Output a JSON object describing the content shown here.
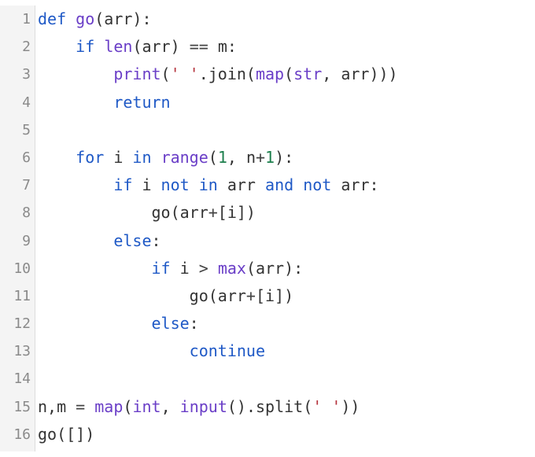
{
  "colors": {
    "keyword": "#1f59c6",
    "builtin": "#6a3ec7",
    "number": "#1d7f4d",
    "string": "#b5343d",
    "operator": "#444444",
    "plain": "#333333",
    "gutter_bg": "#f4f4f4",
    "line_number": "#8a8a8a"
  },
  "editor": {
    "language": "python",
    "line_numbers": [
      "1",
      "2",
      "3",
      "4",
      "5",
      "6",
      "7",
      "8",
      "9",
      "10",
      "11",
      "12",
      "13",
      "14",
      "15",
      "16"
    ],
    "lines": [
      {
        "indent": "",
        "tokens": [
          {
            "t": "def",
            "k": "kw"
          },
          {
            "t": " ",
            "k": "plain"
          },
          {
            "t": "go",
            "k": "fn"
          },
          {
            "t": "(arr):",
            "k": "plain"
          }
        ]
      },
      {
        "indent": "    ",
        "tokens": [
          {
            "t": "if",
            "k": "kw"
          },
          {
            "t": " ",
            "k": "plain"
          },
          {
            "t": "len",
            "k": "fn"
          },
          {
            "t": "(arr) ",
            "k": "plain"
          },
          {
            "t": "==",
            "k": "op"
          },
          {
            "t": " m:",
            "k": "plain"
          }
        ]
      },
      {
        "indent": "        ",
        "tokens": [
          {
            "t": "print",
            "k": "fn"
          },
          {
            "t": "(",
            "k": "plain"
          },
          {
            "t": "' '",
            "k": "str"
          },
          {
            "t": ".join(",
            "k": "plain"
          },
          {
            "t": "map",
            "k": "fn"
          },
          {
            "t": "(",
            "k": "plain"
          },
          {
            "t": "str",
            "k": "fn"
          },
          {
            "t": ", arr)))",
            "k": "plain"
          }
        ]
      },
      {
        "indent": "        ",
        "tokens": [
          {
            "t": "return",
            "k": "kw"
          }
        ]
      },
      {
        "indent": "",
        "tokens": []
      },
      {
        "indent": "    ",
        "tokens": [
          {
            "t": "for",
            "k": "kw"
          },
          {
            "t": " i ",
            "k": "plain"
          },
          {
            "t": "in",
            "k": "kw"
          },
          {
            "t": " ",
            "k": "plain"
          },
          {
            "t": "range",
            "k": "fn"
          },
          {
            "t": "(",
            "k": "plain"
          },
          {
            "t": "1",
            "k": "num"
          },
          {
            "t": ", n",
            "k": "plain"
          },
          {
            "t": "+",
            "k": "op"
          },
          {
            "t": "1",
            "k": "num"
          },
          {
            "t": "):",
            "k": "plain"
          }
        ]
      },
      {
        "indent": "        ",
        "tokens": [
          {
            "t": "if",
            "k": "kw"
          },
          {
            "t": " i ",
            "k": "plain"
          },
          {
            "t": "not",
            "k": "kw"
          },
          {
            "t": " ",
            "k": "plain"
          },
          {
            "t": "in",
            "k": "kw"
          },
          {
            "t": " arr ",
            "k": "plain"
          },
          {
            "t": "and",
            "k": "kw"
          },
          {
            "t": " ",
            "k": "plain"
          },
          {
            "t": "not",
            "k": "kw"
          },
          {
            "t": " arr:",
            "k": "plain"
          }
        ]
      },
      {
        "indent": "            ",
        "tokens": [
          {
            "t": "go(arr",
            "k": "plain"
          },
          {
            "t": "+",
            "k": "op"
          },
          {
            "t": "[i])",
            "k": "plain"
          }
        ]
      },
      {
        "indent": "        ",
        "tokens": [
          {
            "t": "else",
            "k": "kw"
          },
          {
            "t": ":",
            "k": "plain"
          }
        ]
      },
      {
        "indent": "            ",
        "tokens": [
          {
            "t": "if",
            "k": "kw"
          },
          {
            "t": " i ",
            "k": "plain"
          },
          {
            "t": ">",
            "k": "op"
          },
          {
            "t": " ",
            "k": "plain"
          },
          {
            "t": "max",
            "k": "fn"
          },
          {
            "t": "(arr):",
            "k": "plain"
          }
        ]
      },
      {
        "indent": "                ",
        "tokens": [
          {
            "t": "go(arr",
            "k": "plain"
          },
          {
            "t": "+",
            "k": "op"
          },
          {
            "t": "[i])",
            "k": "plain"
          }
        ]
      },
      {
        "indent": "            ",
        "tokens": [
          {
            "t": "else",
            "k": "kw"
          },
          {
            "t": ":",
            "k": "plain"
          }
        ]
      },
      {
        "indent": "                ",
        "tokens": [
          {
            "t": "continue",
            "k": "kw"
          }
        ]
      },
      {
        "indent": "",
        "tokens": []
      },
      {
        "indent": "",
        "tokens": [
          {
            "t": "n,m ",
            "k": "plain"
          },
          {
            "t": "=",
            "k": "op"
          },
          {
            "t": " ",
            "k": "plain"
          },
          {
            "t": "map",
            "k": "fn"
          },
          {
            "t": "(",
            "k": "plain"
          },
          {
            "t": "int",
            "k": "fn"
          },
          {
            "t": ", ",
            "k": "plain"
          },
          {
            "t": "input",
            "k": "fn"
          },
          {
            "t": "().split(",
            "k": "plain"
          },
          {
            "t": "' '",
            "k": "str"
          },
          {
            "t": "))",
            "k": "plain"
          }
        ]
      },
      {
        "indent": "",
        "tokens": [
          {
            "t": "go([])",
            "k": "plain"
          }
        ]
      }
    ]
  }
}
